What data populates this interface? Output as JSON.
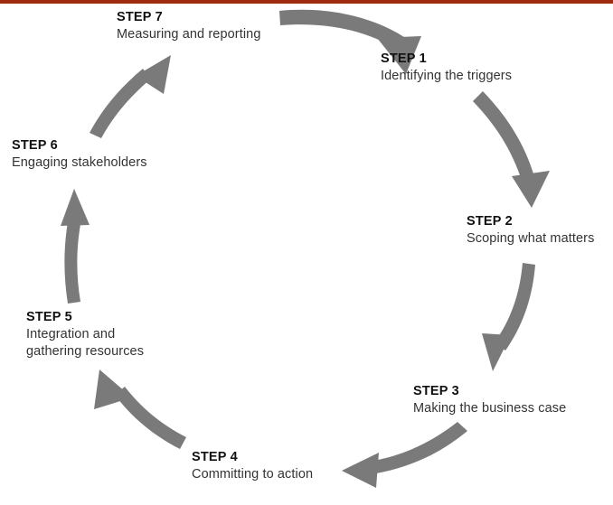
{
  "diagram": {
    "type": "circular-process-cycle",
    "title": "",
    "direction": "clockwise",
    "accent_color": "#9e2b0e",
    "arrow_color": "#7a7a7a",
    "text_color": "#2b2b2b",
    "background": "#ffffff",
    "step_count": 7,
    "steps": [
      {
        "id": "step-1",
        "title": "STEP 1",
        "desc": "Identifying the triggers",
        "desc_lines": [
          "Identifying the triggers"
        ]
      },
      {
        "id": "step-2",
        "title": "STEP 2",
        "desc": "Scoping what matters",
        "desc_lines": [
          "Scoping what matters"
        ]
      },
      {
        "id": "step-3",
        "title": "STEP 3",
        "desc": "Making the business case",
        "desc_lines": [
          "Making the business case"
        ]
      },
      {
        "id": "step-4",
        "title": "STEP 4",
        "desc": "Committing to action",
        "desc_lines": [
          "Committing to action"
        ]
      },
      {
        "id": "step-5",
        "title": "STEP 5",
        "desc": "Integration and gathering resources",
        "desc_lines": [
          "Integration and",
          "gathering resources"
        ]
      },
      {
        "id": "step-6",
        "title": "STEP 6",
        "desc": "Engaging stakeholders",
        "desc_lines": [
          "Engaging stakeholders"
        ]
      },
      {
        "id": "step-7",
        "title": "STEP 7",
        "desc": "Measuring and reporting",
        "desc_lines": [
          "Measuring and reporting"
        ]
      }
    ]
  }
}
